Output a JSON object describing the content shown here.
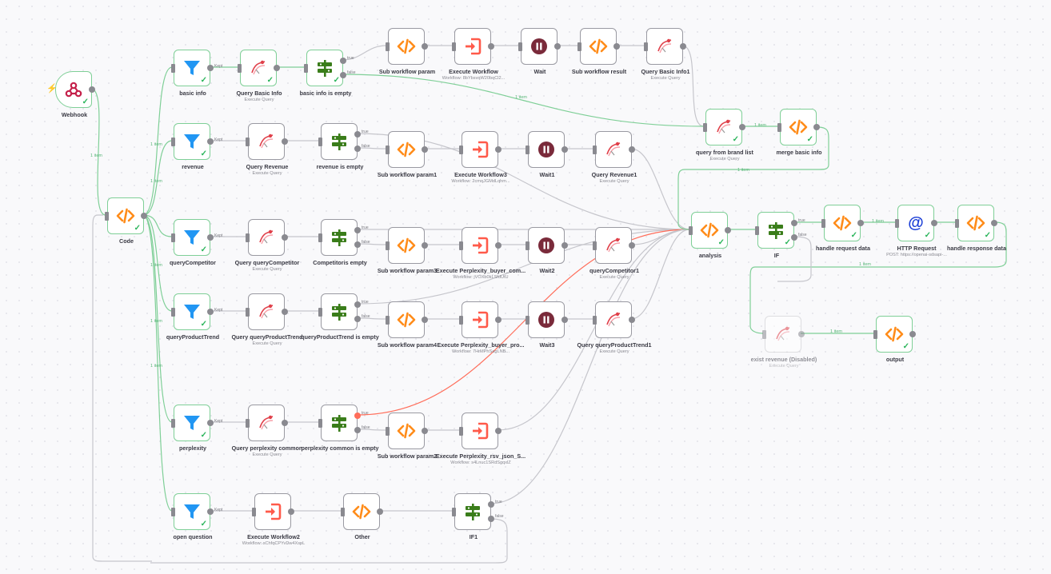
{
  "canvas": {
    "edge_color": "#c6c6cc",
    "success_color": "#7fcf97",
    "error_color": "#ff6d5a"
  },
  "nodes": [
    {
      "id": "webhook",
      "title": "Webhook",
      "subtitle": "",
      "icon": "webhook-icon",
      "trigger": true,
      "success": true
    },
    {
      "id": "code",
      "title": "Code",
      "subtitle": "",
      "icon": "code-icon",
      "success": true
    },
    {
      "id": "basic_info",
      "title": "basic info",
      "subtitle": "",
      "icon": "filter-icon",
      "success": true,
      "outputs": [
        "Kept"
      ]
    },
    {
      "id": "query_basic_info",
      "title": "Query Basic Info",
      "subtitle": "Execute Query",
      "icon": "database-icon",
      "success": true
    },
    {
      "id": "basic_info_empty",
      "title": "basic info is empty",
      "subtitle": "",
      "icon": "if-icon",
      "success": true,
      "outputs": [
        "true",
        "false"
      ]
    },
    {
      "id": "sub_wf_param",
      "title": "Sub workflow param",
      "subtitle": "",
      "icon": "code-icon"
    },
    {
      "id": "execute_workflow",
      "title": "Execute Workflow",
      "subtitle": "Workflow: 8bYbsvqW20bqCl2...",
      "icon": "execute-workflow-icon"
    },
    {
      "id": "wait",
      "title": "Wait",
      "subtitle": "",
      "icon": "pause-icon"
    },
    {
      "id": "sub_wf_result",
      "title": "Sub workflow result",
      "subtitle": "",
      "icon": "code-icon"
    },
    {
      "id": "query_basic_info1",
      "title": "Query Basic Info1",
      "subtitle": "Execute Query",
      "icon": "database-icon"
    },
    {
      "id": "query_brand_list",
      "title": "query from brand list",
      "subtitle": "Execute Query",
      "icon": "database-icon",
      "success": true
    },
    {
      "id": "merge_basic_info",
      "title": "merge basic info",
      "subtitle": "",
      "icon": "code-icon",
      "success": true
    },
    {
      "id": "revenue",
      "title": "revenue",
      "subtitle": "",
      "icon": "filter-icon",
      "success": true,
      "outputs": [
        "Kept"
      ]
    },
    {
      "id": "query_revenue",
      "title": "Query Revenue",
      "subtitle": "Execute Query",
      "icon": "database-icon"
    },
    {
      "id": "revenue_empty",
      "title": "revenue is empty",
      "subtitle": "",
      "icon": "if-icon",
      "outputs": [
        "true",
        "false"
      ]
    },
    {
      "id": "sub_wf_param1",
      "title": "Sub workflow param1",
      "subtitle": "",
      "icon": "code-icon"
    },
    {
      "id": "execute_workflow3",
      "title": "Execute Workflow3",
      "subtitle": "Workflow: 2cmqJGMdLqhm...",
      "icon": "execute-workflow-icon"
    },
    {
      "id": "wait1",
      "title": "Wait1",
      "subtitle": "",
      "icon": "pause-icon"
    },
    {
      "id": "query_revenue1",
      "title": "Query Revenue1",
      "subtitle": "Execute Query",
      "icon": "database-icon"
    },
    {
      "id": "query_competitor",
      "title": "queryCompetitor",
      "subtitle": "",
      "icon": "filter-icon",
      "success": true,
      "outputs": [
        "Kept"
      ]
    },
    {
      "id": "query_query_competitor",
      "title": "Query queryCompetitor",
      "subtitle": "Execute Query",
      "icon": "database-icon"
    },
    {
      "id": "competitors_empty",
      "title": "Competitoris empty",
      "subtitle": "",
      "icon": "if-icon",
      "outputs": [
        "true",
        "false"
      ]
    },
    {
      "id": "sub_wf_param3",
      "title": "Sub workflow param3",
      "subtitle": "",
      "icon": "code-icon"
    },
    {
      "id": "execute_perplexity_buyer_com",
      "title": "Execute Perplexity_buyer_com...",
      "subtitle": "Workflow: jVOXb0kLSfdUtU",
      "icon": "execute-workflow-icon"
    },
    {
      "id": "wait2",
      "title": "Wait2",
      "subtitle": "",
      "icon": "pause-icon"
    },
    {
      "id": "query_competitor1",
      "title": "queryCompetitor1",
      "subtitle": "Execute Query",
      "icon": "database-icon"
    },
    {
      "id": "query_product_trend",
      "title": "queryProductTrend",
      "subtitle": "",
      "icon": "filter-icon",
      "success": true,
      "outputs": [
        "Kept"
      ]
    },
    {
      "id": "query_query_product_trend",
      "title": "Query queryProductTrend",
      "subtitle": "Execute Query",
      "icon": "database-icon"
    },
    {
      "id": "product_trend_empty",
      "title": "queryProductTrend is empty",
      "subtitle": "",
      "icon": "if-icon",
      "outputs": [
        "true",
        "false"
      ]
    },
    {
      "id": "sub_wf_param4",
      "title": "Sub workflow param4",
      "subtitle": "",
      "icon": "code-icon"
    },
    {
      "id": "execute_perplexity_buyer_pro",
      "title": "Execute Perplexity_buyer_pro...",
      "subtitle": "Workflow: 7HrMPhSagLNB...",
      "icon": "execute-workflow-icon"
    },
    {
      "id": "wait3",
      "title": "Wait3",
      "subtitle": "",
      "icon": "pause-icon"
    },
    {
      "id": "query_product_trend1",
      "title": "Query queryProductTrend1",
      "subtitle": "Execute Query",
      "icon": "database-icon"
    },
    {
      "id": "perplexity",
      "title": "perplexity",
      "subtitle": "",
      "icon": "filter-icon",
      "success": true,
      "outputs": [
        "Kept"
      ]
    },
    {
      "id": "query_perplexity_common",
      "title": "Query perplexity common",
      "subtitle": "Execute Query",
      "icon": "database-icon"
    },
    {
      "id": "perplexity_common_empty",
      "title": "perplexity common is empty",
      "subtitle": "",
      "icon": "if-icon",
      "outputs": [
        "true",
        "false"
      ]
    },
    {
      "id": "sub_wf_param2",
      "title": "Sub workflow param2",
      "subtitle": "",
      "icon": "code-icon"
    },
    {
      "id": "execute_perplexity_rsv",
      "title": "Execute Perplexity_rsv_json_S...",
      "subtitle": "Workflow: s4Lnuc1SRdSgqxlZ",
      "icon": "execute-workflow-icon"
    },
    {
      "id": "open_question",
      "title": "open question",
      "subtitle": "",
      "icon": "filter-icon",
      "success": true,
      "outputs": [
        "Kept"
      ]
    },
    {
      "id": "execute_workflow2",
      "title": "Execute Workflow2",
      "subtitle": "Workflow: sChfqCPYvDw4XspL",
      "icon": "execute-workflow-icon"
    },
    {
      "id": "other",
      "title": "Other",
      "subtitle": "",
      "icon": "code-icon"
    },
    {
      "id": "if1",
      "title": "IF1",
      "subtitle": "",
      "icon": "if-icon",
      "outputs": [
        "true",
        "false"
      ]
    },
    {
      "id": "analysis",
      "title": "analysis",
      "subtitle": "",
      "icon": "code-icon",
      "success": true
    },
    {
      "id": "if",
      "title": "IF",
      "subtitle": "",
      "icon": "if-icon",
      "success": true,
      "outputs": [
        "true",
        "false"
      ]
    },
    {
      "id": "handle_request_data",
      "title": "handle request data",
      "subtitle": "",
      "icon": "code-icon",
      "success": true
    },
    {
      "id": "http_request",
      "title": "HTTP Request",
      "subtitle": "POST: https://openai-sdsapi-...",
      "icon": "http-icon",
      "success": true
    },
    {
      "id": "handle_response_data",
      "title": "handle response data",
      "subtitle": "",
      "icon": "code-icon",
      "success": true
    },
    {
      "id": "exist_revenue",
      "title": "exist revenue (Disabled)",
      "subtitle": "Execute Query",
      "icon": "database-icon",
      "disabled": true
    },
    {
      "id": "output",
      "title": "output",
      "subtitle": "",
      "icon": "code-icon",
      "success": true
    }
  ],
  "edge_labels": [
    "1 item",
    "1 item",
    "1 item",
    "1 item",
    "1 item",
    "1 item",
    "1 item",
    "1 item",
    "1 item",
    "1 item",
    "1 item",
    "1 item"
  ]
}
